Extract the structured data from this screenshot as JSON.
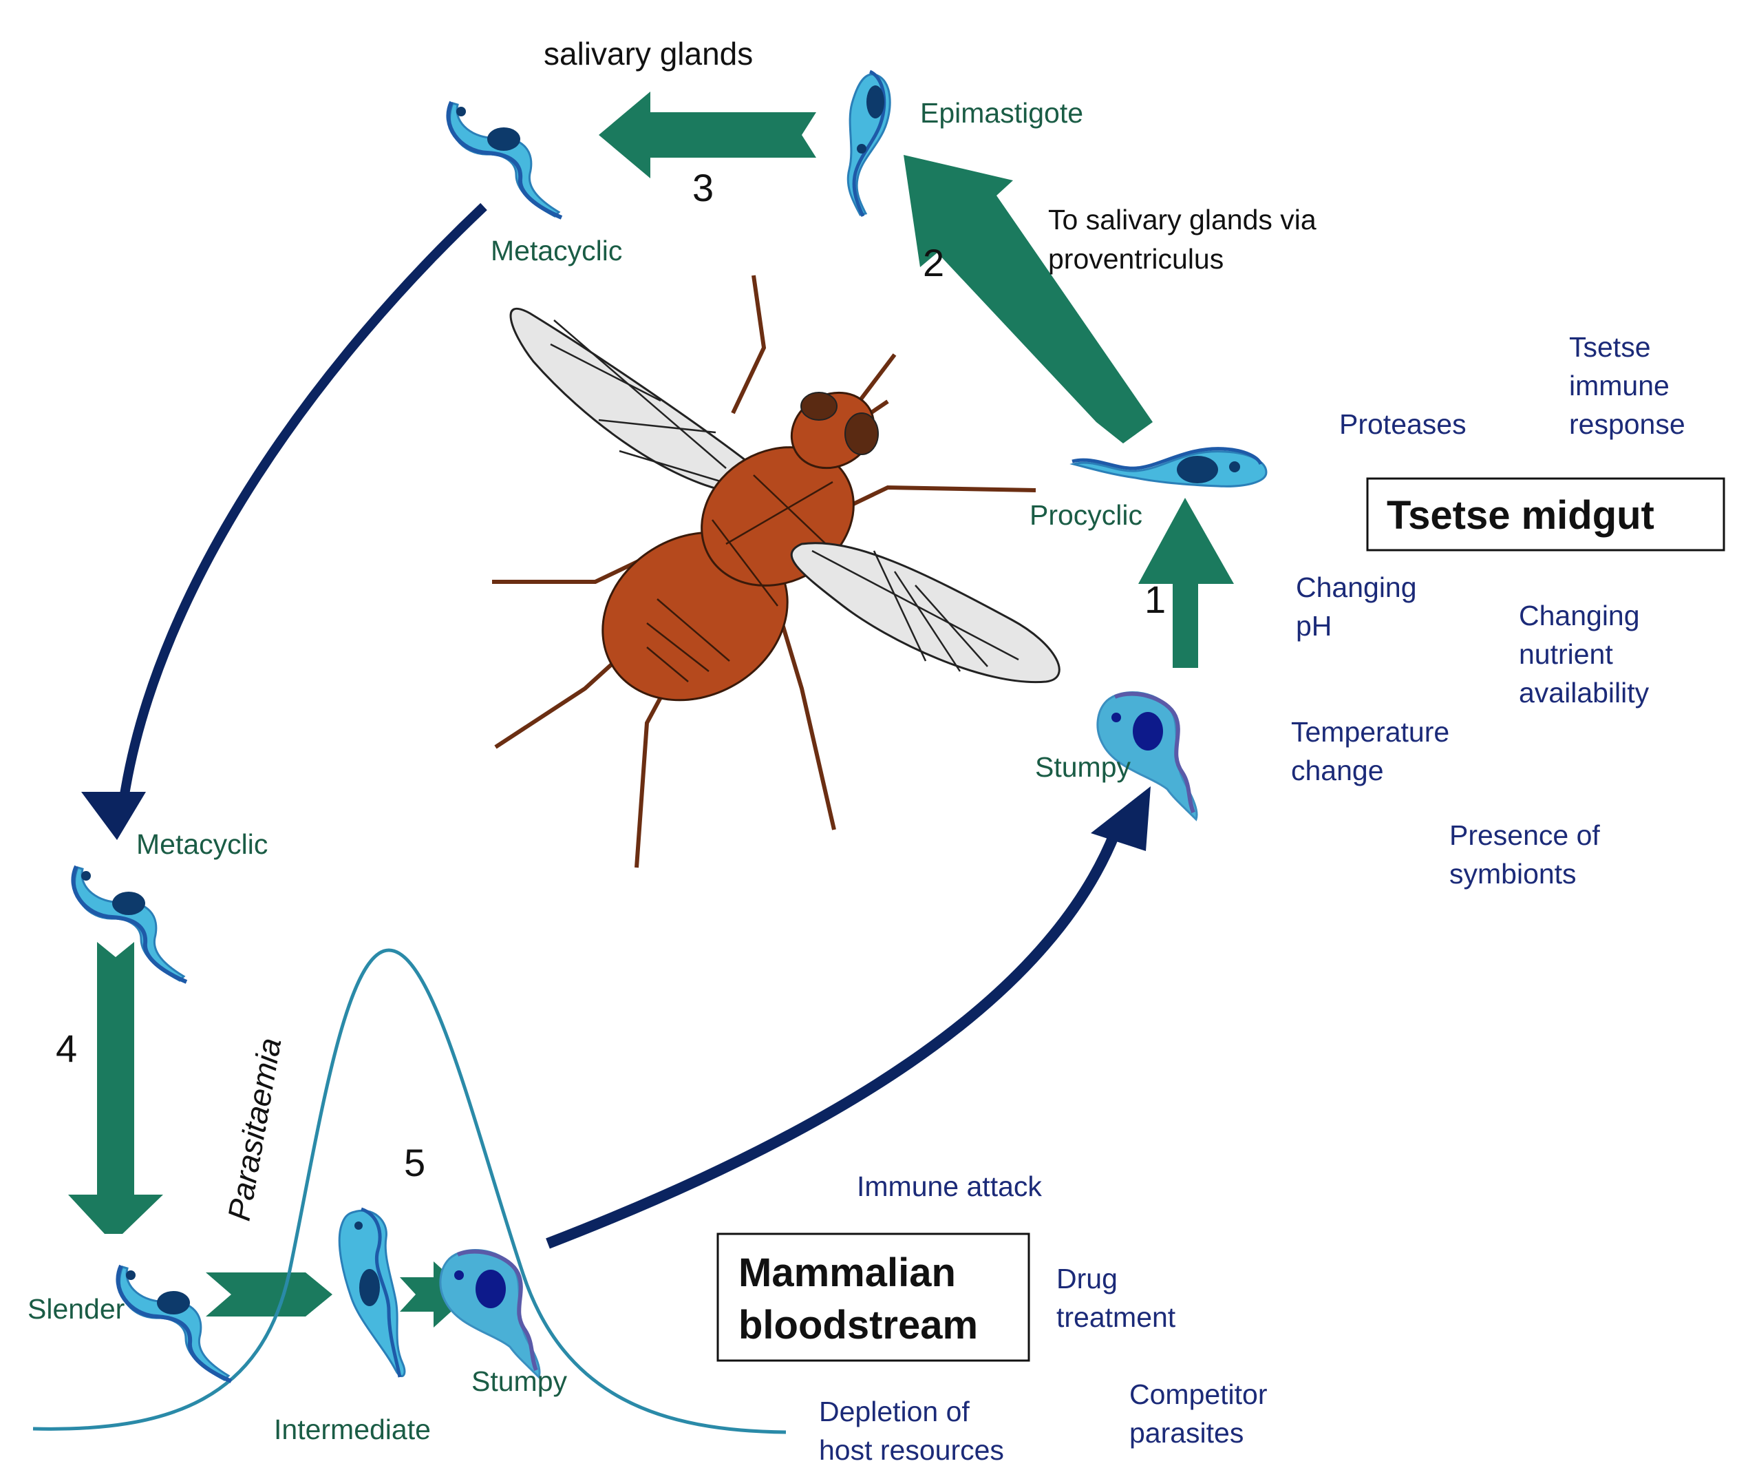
{
  "colors": {
    "green_arrow": "#1b7a5e",
    "navy_arrow": "#0b2460",
    "label_green": "#1a5c45",
    "label_navy": "#1b2a78",
    "parasite_light": "#47b8de",
    "parasite_nucleus": "#0d3a6b",
    "fly_body": "#b5491d",
    "fly_wing": "#e6e6e6",
    "curve": "#2a8aa8"
  },
  "titles": {
    "salivary_glands": "salivary glands",
    "tsetse_midgut": "Tsetse midgut",
    "mammalian_line1": "Mammalian",
    "mammalian_line2": "bloodstream",
    "parasitaemia": "Parasitaemia"
  },
  "stages": {
    "epimastigote": "Epimastigote",
    "metacyclic_top": "Metacyclic",
    "procyclic": "Procyclic",
    "stumpy_right": "Stumpy",
    "metacyclic_left": "Metacyclic",
    "slender": "Slender",
    "intermediate": "Intermediate",
    "stumpy_bottom": "Stumpy"
  },
  "steps": {
    "s1": "1",
    "s2": "2",
    "s3": "3",
    "s4": "4",
    "s5": "5"
  },
  "route": {
    "line1": "To salivary glands via",
    "line2": "proventriculus"
  },
  "midgut_factors": {
    "proteases": "Proteases",
    "immune_line1": "Tsetse",
    "immune_line2": "immune",
    "immune_line3": "response",
    "ph_line1": "Changing",
    "ph_line2": "pH",
    "nutrient_line1": "Changing",
    "nutrient_line2": "nutrient",
    "nutrient_line3": "availability",
    "temp_line1": "Temperature",
    "temp_line2": "change",
    "symb_line1": "Presence of",
    "symb_line2": "symbionts"
  },
  "blood_factors": {
    "immune_attack": "Immune attack",
    "drug_line1": "Drug",
    "drug_line2": "treatment",
    "depletion_line1": "Depletion of",
    "depletion_line2": "host resources",
    "competitor_line1": "Competitor",
    "competitor_line2": "parasites"
  }
}
